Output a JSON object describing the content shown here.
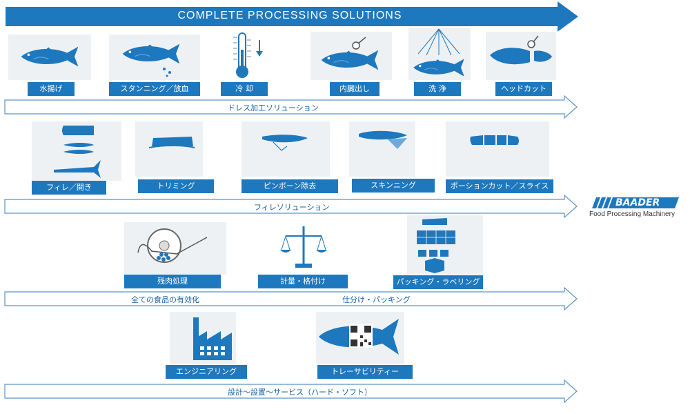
{
  "header": {
    "title": "COMPLETE PROCESSING SOLUTIONS"
  },
  "colors": {
    "brand_blue": "#1e78be",
    "arrow_stroke": "#5a94c8"
  },
  "row1": {
    "steps": [
      "水揚げ",
      "スタンニング／放血",
      "冷 却",
      "内臓出し",
      "洗 浄",
      "ヘッドカット"
    ],
    "band": "ドレス加工ソリューション"
  },
  "row2": {
    "steps": [
      "フィレ／開き",
      "トリミング",
      "ピンボーン除去",
      "スキンニング",
      "ポーションカット／スライス"
    ],
    "band": "フィレソリューション"
  },
  "row3": {
    "steps": [
      "残肉処理",
      "計量・格付け",
      "パッキング・ラベリング"
    ],
    "band_left": "全ての食品の有効化",
    "band_right": "仕分け・パッキング"
  },
  "row4": {
    "steps": [
      "エンジニアリング",
      "トレーサビリティー"
    ],
    "band": "設計～設置～サービス（ハード・ソフト）"
  },
  "logo": {
    "name": "BAADER",
    "tagline": "Food Processing Machinery"
  },
  "icons": [
    "fish-icon",
    "fish-bleeding-icon",
    "thermometer-icon",
    "gutting-fish-icon",
    "washing-fish-icon",
    "head-cut-fish-icon",
    "fillet-icon",
    "trimming-icon",
    "pinbone-icon",
    "skinning-icon",
    "portion-icon",
    "meat-recovery-icon",
    "balance-scale-icon",
    "packing-boxes-icon",
    "factory-icon",
    "qr-fish-icon"
  ]
}
